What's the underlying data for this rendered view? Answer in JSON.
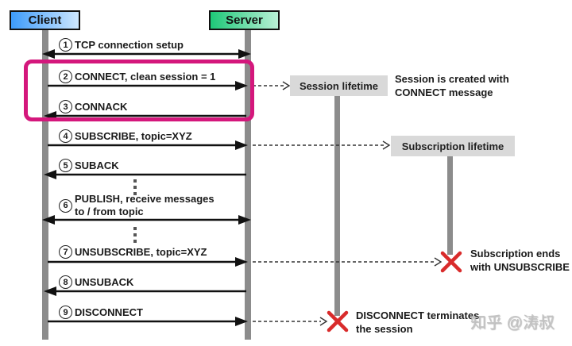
{
  "participants": {
    "client": {
      "label": "Client",
      "gradient_start": "#3d9bfa",
      "gradient_end": "#cde7ff"
    },
    "server": {
      "label": "Server",
      "gradient_start": "#1ec878",
      "gradient_end": "#b9f0d6"
    }
  },
  "messages": [
    {
      "num": "1",
      "label": "TCP connection setup",
      "direction": "both"
    },
    {
      "num": "2",
      "label": "CONNECT, clean session = 1",
      "direction": "right"
    },
    {
      "num": "3",
      "label": "CONNACK",
      "direction": "left"
    },
    {
      "num": "4",
      "label": "SUBSCRIBE, topic=XYZ",
      "direction": "right"
    },
    {
      "num": "5",
      "label": "SUBACK",
      "direction": "left"
    },
    {
      "num": "6",
      "label_line1": "PUBLISH, receive messages",
      "label_line2": "to / from topic",
      "direction": "both"
    },
    {
      "num": "7",
      "label": "UNSUBSCRIBE, topic=XYZ",
      "direction": "right"
    },
    {
      "num": "8",
      "label": "UNSUBACK",
      "direction": "left"
    },
    {
      "num": "9",
      "label": "DISCONNECT",
      "direction": "right"
    }
  ],
  "lifetime_labels": {
    "session": "Session lifetime",
    "subscription": "Subscription lifetime"
  },
  "annotations": {
    "session_created_line1": "Session is created with",
    "session_created_line2": "CONNECT message",
    "subscription_ends_line1": "Subscription ends",
    "subscription_ends_line2": "with UNSUBSCRIBE",
    "disconnect_line1": "DISCONNECT terminates",
    "disconnect_line2": "the session"
  },
  "watermark": "知乎 @涛叔",
  "colors": {
    "highlight_box": "#d4177c",
    "lifeline": "#8c8c8c",
    "lifetime_bar": "#8c8c8c",
    "label_box_bg": "#d9d9d9",
    "error_x": "#d92b2b",
    "arrow": "#111111",
    "client_gradient": "#3d9bfa",
    "server_gradient": "#1ec878"
  }
}
